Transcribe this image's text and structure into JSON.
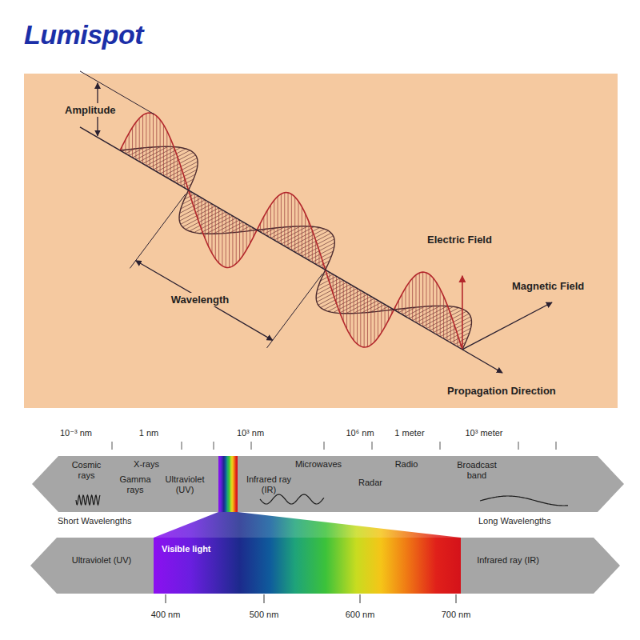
{
  "diagram": {
    "title": "Lumispot",
    "nodes": [
      {
        "text": [
          "Cosmic rays",
          "Gamma rays",
          "X-rays",
          "Ultraviolet (UV)",
          "Infrared ray (IR)",
          "Microwaves",
          "Radar",
          "Radio",
          "Broadcast band"
        ]
      },
      {
        "text": [
          "Ultraviolet (UV)",
          "Infrared ray (IR)"
        ]
      },
      {
        "text": [
          "Visible light"
        ],
        "in": 1
      }
    ],
    "labels": [
      "Amplitude",
      "Wavelength",
      "Electric Field",
      "Magnetic Field",
      "Propagation Direction",
      "10⁻³ nm",
      "1 nm",
      "10³ nm",
      "10⁶ nm",
      "1 meter",
      "10³ meter",
      "Short Wavelengths",
      "Long Wavelengths",
      "400 nm",
      "500 nm",
      "600 nm",
      "700 nm"
    ]
  }
}
